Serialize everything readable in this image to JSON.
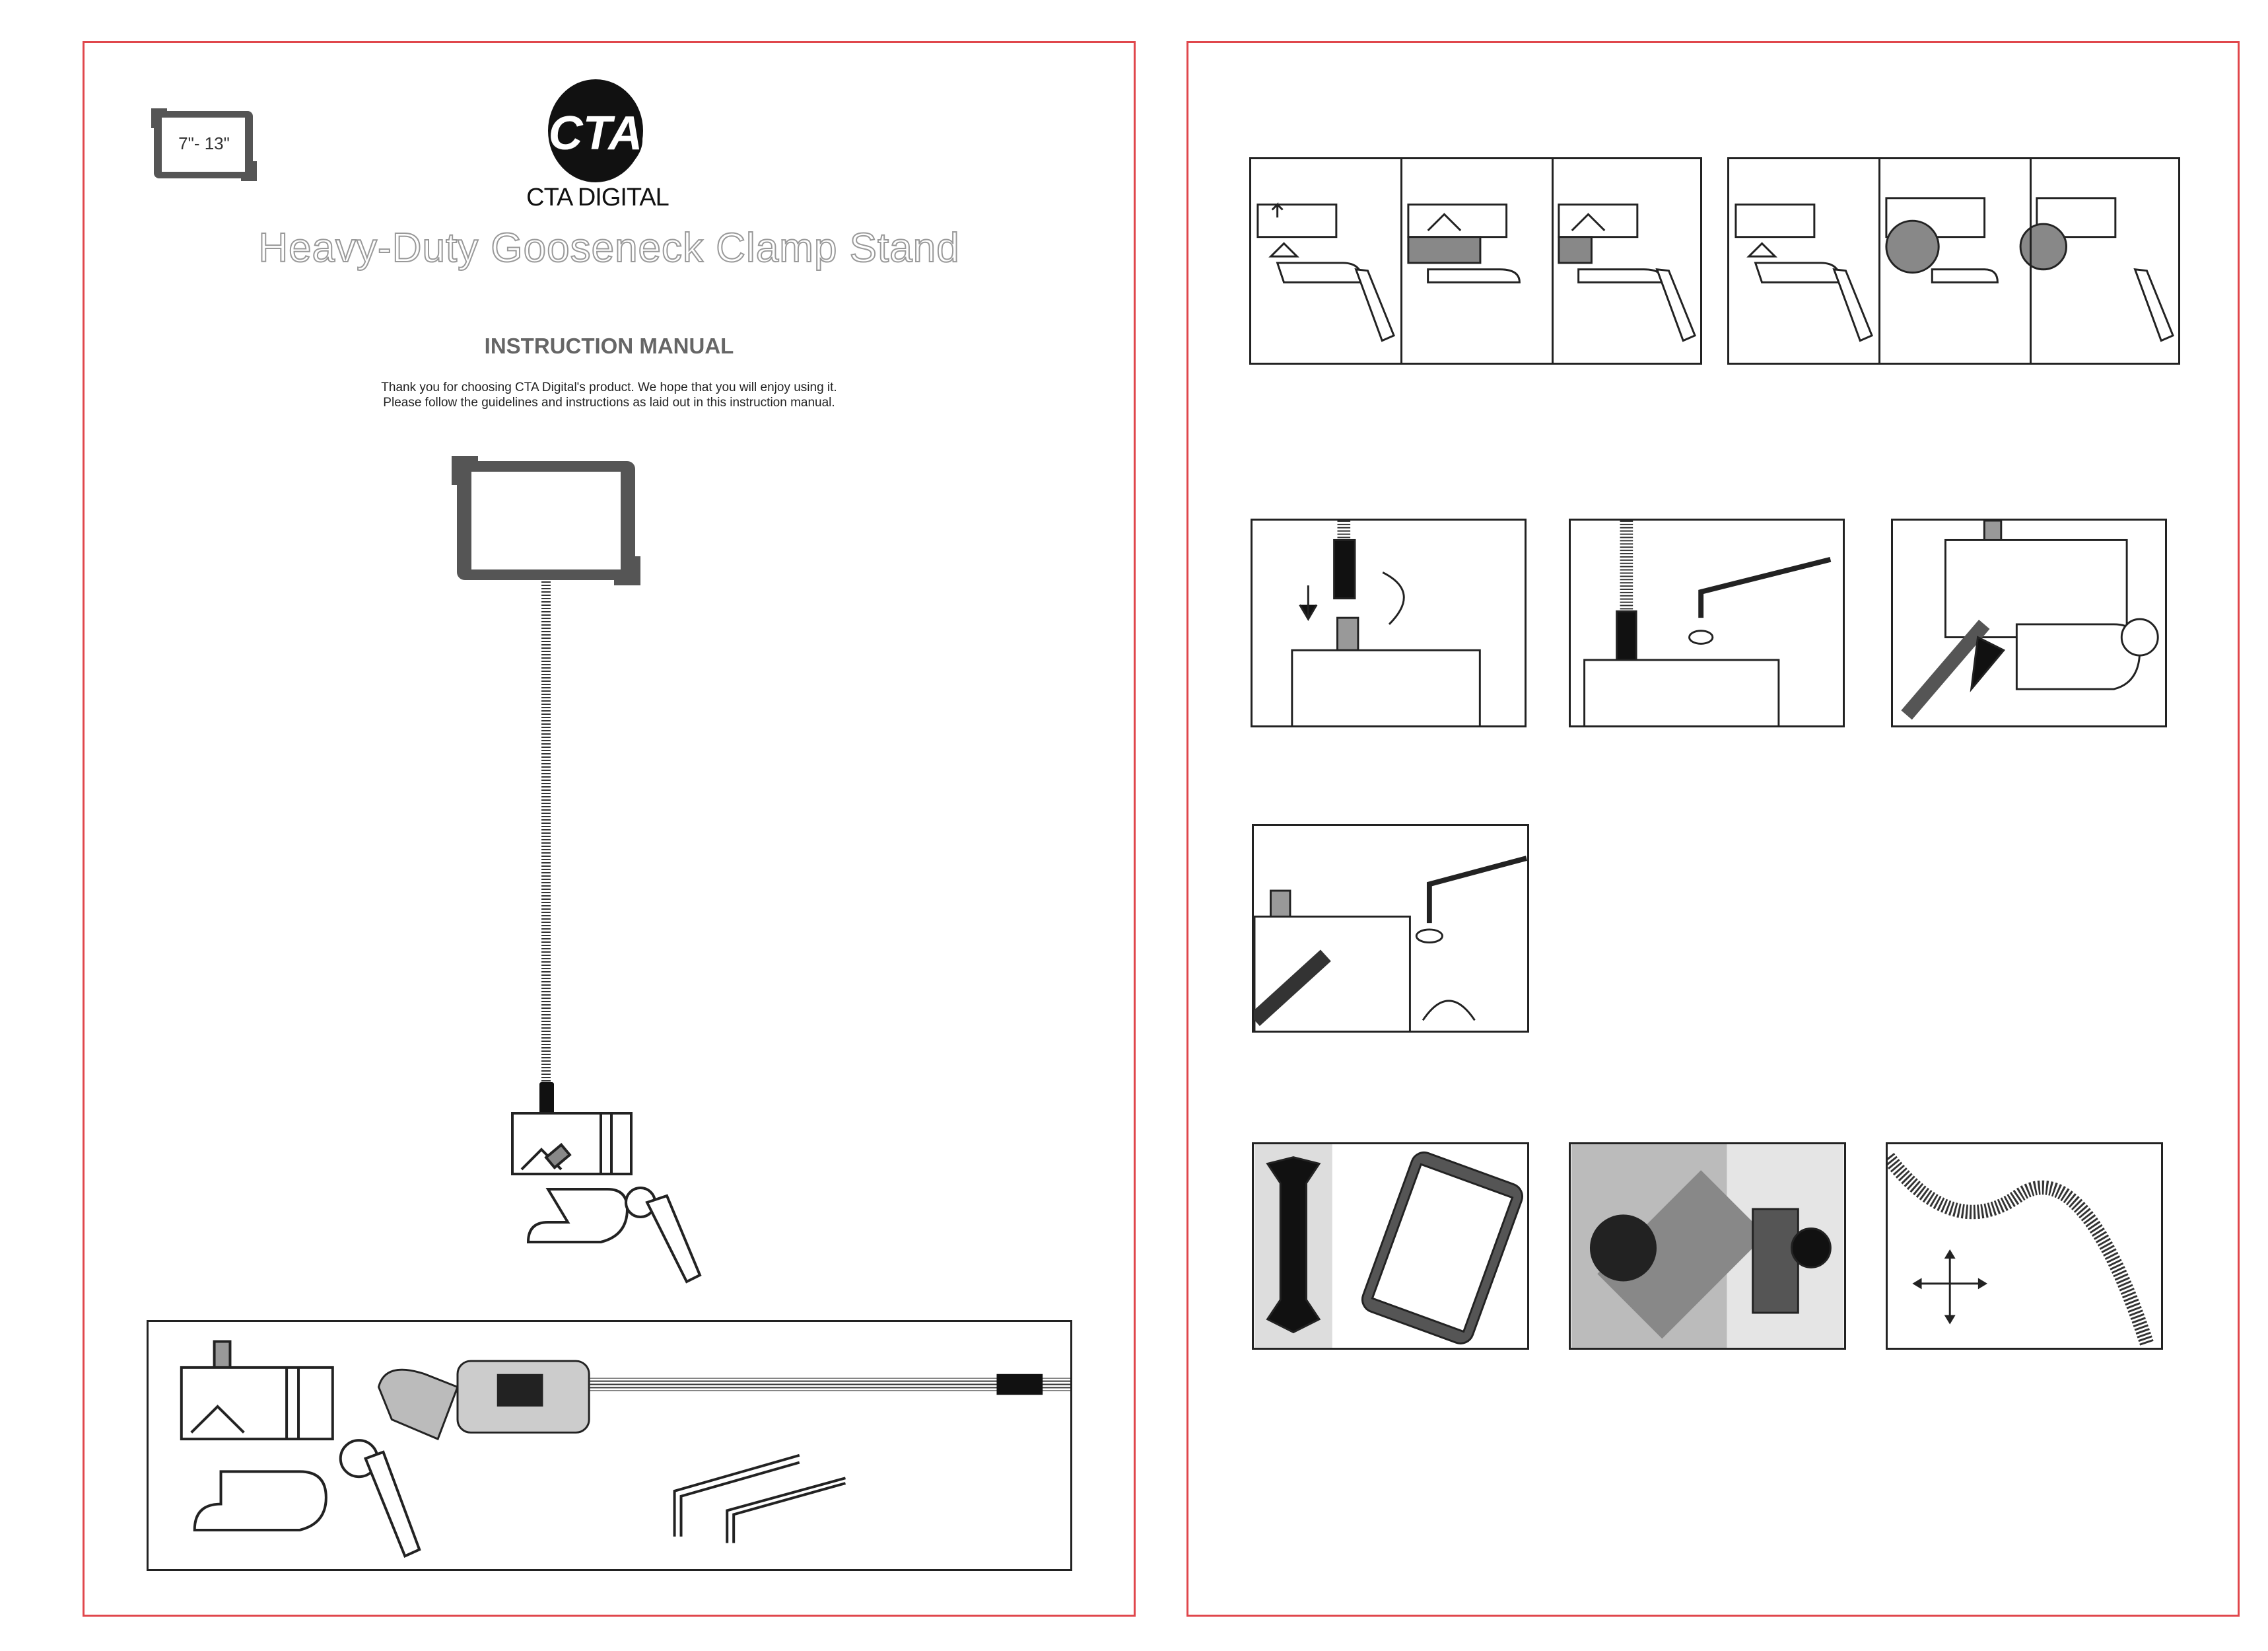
{
  "cover": {
    "size_badge": "7\"- 13\"",
    "logo_mark": "CTA",
    "brand_name": "CTA DIGITAL",
    "title": "Heavy-Duty Gooseneck Clamp Stand",
    "subtitle": "INSTRUCTION MANUAL",
    "intro_lines": [
      "Thank you for choosing CTA Digital's product. We hope that you will enjoy using it.",
      "Please follow the guidelines and instructions as laid out in this instruction manual."
    ]
  },
  "colors": {
    "page_border": "#e0474c",
    "line": "#222222",
    "title_outline": "#999999",
    "heading": "#666666"
  }
}
